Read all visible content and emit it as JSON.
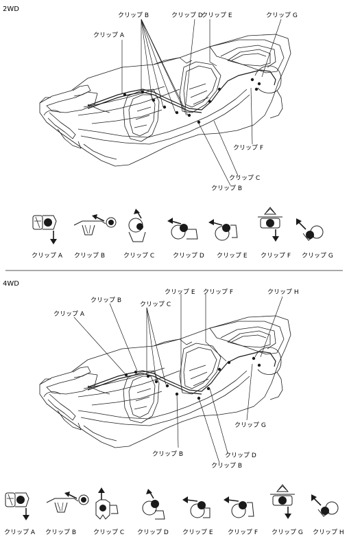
{
  "sections": [
    {
      "title": "2WD",
      "callouts": [
        "クリップ A",
        "クリップ B",
        "クリップ D",
        "クリップ E",
        "クリップ G",
        "クリップ F",
        "クリップ C",
        "クリップ B"
      ],
      "legend": [
        "クリップ A",
        "クリップ B",
        "クリップ C",
        "クリップ D",
        "クリップ E",
        "クリップ F",
        "クリップ G"
      ]
    },
    {
      "title": "4WD",
      "callouts": [
        "クリップ A",
        "クリップ B",
        "クリップ C",
        "クリップ E",
        "クリップ F",
        "クリップ H",
        "クリップ G",
        "クリップ B",
        "クリップ D",
        "クリップ B"
      ],
      "legend": [
        "クリップ A",
        "クリップ B",
        "クリップ C",
        "クリップ D",
        "クリップ E",
        "クリップ F",
        "クリップ G",
        "クリップ H"
      ]
    }
  ],
  "colors": {
    "line": "#1a1a1a",
    "fill": "#000000",
    "background": "#ffffff"
  }
}
